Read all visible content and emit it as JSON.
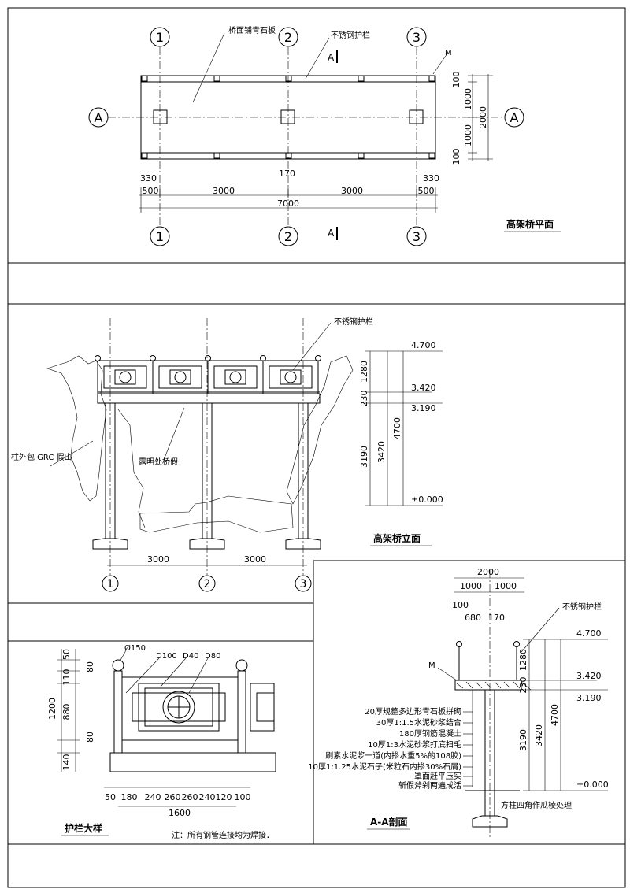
{
  "plan": {
    "axes_top": [
      "1",
      "2",
      "3"
    ],
    "axes_bottom": [
      "1",
      "2",
      "3"
    ],
    "row_axis": "A",
    "label_paving": "桥面铺青石板",
    "label_railing": "不锈钢护栏",
    "section_mark": "A",
    "mark_m": "M",
    "dim_right": [
      "100",
      "1000",
      "2000",
      "1000",
      "100"
    ],
    "dim_bottom": [
      "330",
      "170",
      "330",
      "500",
      "3000",
      "3000",
      "500",
      "7000"
    ],
    "title": "高架桥平面"
  },
  "elevation": {
    "label_railing": "不锈钢护栏",
    "label_left": "柱外包 GRC 假山",
    "label_mid": "露明处桥假",
    "levels": [
      "4.700",
      "3.420",
      "3.190",
      "±0.000"
    ],
    "dims": [
      "1280",
      "230",
      "3190",
      "3420",
      "4700"
    ],
    "dim_bottom": [
      "3000",
      "3000"
    ],
    "axes": [
      "1",
      "2",
      "3"
    ],
    "title": "高架桥立面"
  },
  "railing": {
    "labels": [
      "Ø150",
      "D100",
      "D40",
      "D80"
    ],
    "dim_left": [
      "50",
      "110",
      "80",
      "1200",
      "880",
      "80",
      "140"
    ],
    "dim_bottom": [
      "50",
      "180",
      "240",
      "260",
      "260",
      "240",
      "120",
      "100"
    ],
    "dim_total": "1600",
    "title": "护栏大样",
    "note": "注：所有钢管连接均为焊接．"
  },
  "section": {
    "dim_top": [
      "2000",
      "1000",
      "1000",
      "100",
      "680",
      "170"
    ],
    "label_railing": "不锈钢护栏",
    "mark_m": "M",
    "levels": [
      "4.700",
      "3.420",
      "3.190",
      "±0.000"
    ],
    "dims": [
      "1280",
      "230",
      "3190",
      "3420",
      "4700"
    ],
    "layers": [
      "20厚规整多边形青石板拼砌",
      "30厚1:1.5水泥砂浆结合",
      "180厚钢筋混凝土",
      "10厚1:3水泥砂浆打底扫毛",
      "刷素水泥浆一道(内掺水重5%的108胶)",
      "10厚1:1.25水泥石子(米粒石内掺30%石屑)",
      "罩面赶平压实",
      "斩假斧剁两遍成活"
    ],
    "column_note": "方柱四角作瓜棱处理",
    "title": "A-A剖面"
  }
}
